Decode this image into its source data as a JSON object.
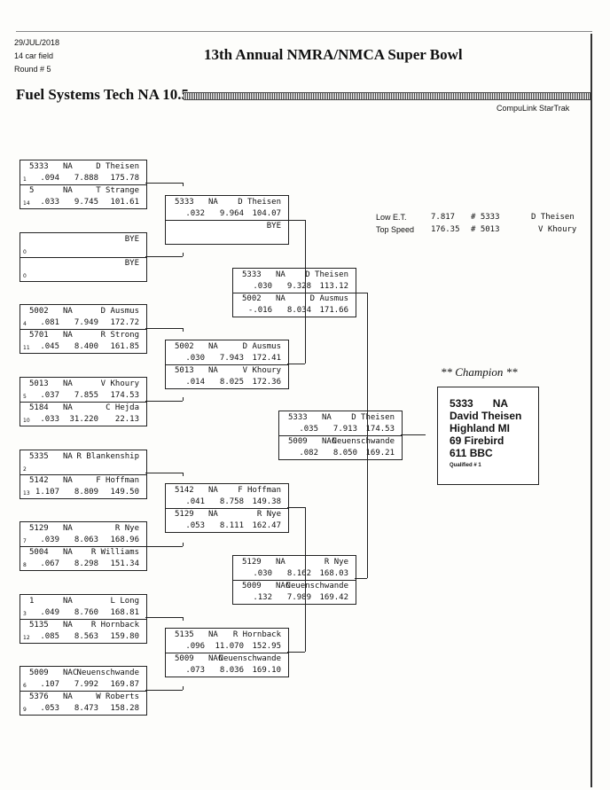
{
  "header": {
    "date": "29/JUL/2018",
    "field": "14 car field",
    "round": "Round # 5",
    "title": "13th Annual NMRA/NMCA Super Bowl",
    "class_name": "Fuel Systems Tech NA 10.5",
    "software": "CompuLink StarTrak"
  },
  "summary": {
    "low_et_label": "Low E.T.",
    "low_et_value": "7.817",
    "low_et_car": "# 5333",
    "low_et_driver": "D Theisen",
    "top_speed_label": "Top Speed",
    "top_speed_value": "176.35",
    "top_speed_car": "# 5013",
    "top_speed_driver": "V Khoury"
  },
  "round1": [
    {
      "top": {
        "car": "5333",
        "cls": "NA",
        "driver": "D Theisen",
        "lane": "1",
        "rt": ".094",
        "et": "7.888",
        "mph": "175.78"
      },
      "bot": {
        "car": "5",
        "cls": "NA",
        "driver": "T Strange",
        "lane": "14",
        "rt": ".033",
        "et": "9.745",
        "mph": "101.61"
      }
    },
    {
      "top": {
        "car": "",
        "cls": "",
        "driver": "BYE",
        "lane": "0",
        "rt": "",
        "et": "",
        "mph": ""
      },
      "bot": {
        "car": "",
        "cls": "",
        "driver": "BYE",
        "lane": "0",
        "rt": "",
        "et": "",
        "mph": ""
      }
    },
    {
      "top": {
        "car": "5002",
        "cls": "NA",
        "driver": "D Ausmus",
        "lane": "4",
        "rt": ".081",
        "et": "7.949",
        "mph": "172.72"
      },
      "bot": {
        "car": "5701",
        "cls": "NA",
        "driver": "R Strong",
        "lane": "11",
        "rt": ".045",
        "et": "8.400",
        "mph": "161.85"
      }
    },
    {
      "top": {
        "car": "5013",
        "cls": "NA",
        "driver": "V Khoury",
        "lane": "5",
        "rt": ".037",
        "et": "7.855",
        "mph": "174.53"
      },
      "bot": {
        "car": "5184",
        "cls": "NA",
        "driver": "C Hejda",
        "lane": "10",
        "rt": ".033",
        "et": "31.220",
        "mph": "22.13"
      }
    },
    {
      "top": {
        "car": "5335",
        "cls": "NA",
        "driver": "R Blankenship",
        "lane": "2",
        "rt": "",
        "et": "",
        "mph": ""
      },
      "bot": {
        "car": "5142",
        "cls": "NA",
        "driver": "F Hoffman",
        "lane": "13",
        "rt": "1.107",
        "et": "8.809",
        "mph": "149.50"
      }
    },
    {
      "top": {
        "car": "5129",
        "cls": "NA",
        "driver": "R Nye",
        "lane": "7",
        "rt": ".039",
        "et": "8.063",
        "mph": "168.96"
      },
      "bot": {
        "car": "5004",
        "cls": "NA",
        "driver": "R Williams",
        "lane": "8",
        "rt": ".067",
        "et": "8.298",
        "mph": "151.34"
      }
    },
    {
      "top": {
        "car": "1",
        "cls": "NA",
        "driver": "L Long",
        "lane": "3",
        "rt": ".049",
        "et": "8.760",
        "mph": "168.81"
      },
      "bot": {
        "car": "5135",
        "cls": "NA",
        "driver": "R Hornback",
        "lane": "12",
        "rt": ".085",
        "et": "8.563",
        "mph": "159.80"
      }
    },
    {
      "top": {
        "car": "5009",
        "cls": "NAC",
        "driver": "Neuenschwande",
        "lane": "6",
        "rt": ".107",
        "et": "7.992",
        "mph": "169.87"
      },
      "bot": {
        "car": "5376",
        "cls": "NA",
        "driver": "W Roberts",
        "lane": "9",
        "rt": ".053",
        "et": "8.473",
        "mph": "158.28"
      }
    }
  ],
  "round2": [
    {
      "top": {
        "car": "5333",
        "cls": "NA",
        "driver": "D Theisen",
        "rt": ".032",
        "et": "9.964",
        "mph": "104.07"
      },
      "bot": {
        "car": "",
        "cls": "",
        "driver": "BYE",
        "rt": "",
        "et": "",
        "mph": ""
      }
    },
    {
      "top": {
        "car": "5002",
        "cls": "NA",
        "driver": "D Ausmus",
        "rt": ".030",
        "et": "7.943",
        "mph": "172.41"
      },
      "bot": {
        "car": "5013",
        "cls": "NA",
        "driver": "V Khoury",
        "rt": ".014",
        "et": "8.025",
        "mph": "172.36"
      }
    },
    {
      "top": {
        "car": "5142",
        "cls": "NA",
        "driver": "F Hoffman",
        "rt": ".041",
        "et": "8.758",
        "mph": "149.38"
      },
      "bot": {
        "car": "5129",
        "cls": "NA",
        "driver": "R Nye",
        "rt": ".053",
        "et": "8.111",
        "mph": "162.47"
      }
    },
    {
      "top": {
        "car": "5135",
        "cls": "NA",
        "driver": "R Hornback",
        "rt": ".096",
        "et": "11.070",
        "mph": "152.95"
      },
      "bot": {
        "car": "5009",
        "cls": "NAC",
        "driver": "Neuenschwande",
        "rt": ".073",
        "et": "8.036",
        "mph": "169.10"
      }
    }
  ],
  "round3": [
    {
      "top": {
        "car": "5333",
        "cls": "NA",
        "driver": "D Theisen",
        "rt": ".030",
        "et": "9.328",
        "mph": "113.12"
      },
      "bot": {
        "car": "5002",
        "cls": "NA",
        "driver": "D Ausmus",
        "rt": "-.016",
        "et": "8.034",
        "mph": "171.66"
      }
    },
    {
      "top": {
        "car": "5129",
        "cls": "NA",
        "driver": "R Nye",
        "rt": ".030",
        "et": "8.162",
        "mph": "168.03"
      },
      "bot": {
        "car": "5009",
        "cls": "NAC",
        "driver": "Neuenschwande",
        "rt": ".132",
        "et": "7.989",
        "mph": "169.42"
      }
    }
  ],
  "round4": [
    {
      "top": {
        "car": "5333",
        "cls": "NA",
        "driver": "D Theisen",
        "rt": ".035",
        "et": "7.913",
        "mph": "174.53"
      },
      "bot": {
        "car": "5009",
        "cls": "NAC",
        "driver": "Neuenschwande",
        "rt": ".082",
        "et": "8.050",
        "mph": "169.21"
      }
    }
  ],
  "champion": {
    "heading": "** Champion **",
    "car": "5333",
    "cls": "NA",
    "name": "David Theisen",
    "hometown": "Highland MI",
    "vehicle": "69 Firebird",
    "engine": "611 BBC",
    "qualified": "Qualified # 1"
  }
}
